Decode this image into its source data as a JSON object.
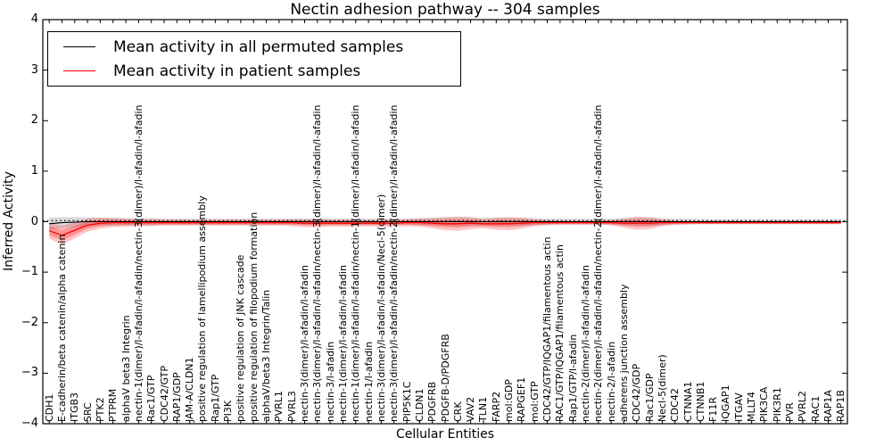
{
  "figure": {
    "title": "Nectin adhesion pathway -- 304 samples",
    "xlabel": "Cellular Entities",
    "ylabel": "Inferred Activity"
  },
  "legend": {
    "entries": [
      {
        "label": "Mean activity in all permuted samples",
        "color": "#000000"
      },
      {
        "label": "Mean activity in patient samples",
        "color": "#ff0000"
      }
    ]
  },
  "chart_data": {
    "type": "line",
    "title": "Nectin adhesion pathway -- 304 samples",
    "xlabel": "Cellular Entities",
    "ylabel": "Inferred Activity",
    "ylim": [
      -4,
      4
    ],
    "grid": false,
    "legend_position": "upper left",
    "ytick_values": [
      4,
      3,
      2,
      1,
      0,
      -1,
      -2,
      -3,
      -4
    ],
    "ytick_labels": [
      "4",
      "3",
      "2",
      "1",
      "0",
      "−1",
      "−2",
      "−3",
      "−4"
    ],
    "colors": {
      "permuted_line": "#000000",
      "patient_line": "#ff0000",
      "patient_band": "#ff0000",
      "permuted_band": "#000000"
    },
    "categories": [
      "CDH1",
      "E-cadherin/beta catenin/alpha catenin",
      "ITGB3",
      "SRC",
      "PTK2",
      "PTPRM",
      "alphaV beta3 Integrin",
      "nectin-1(dimer)/l-afadin/l-afadin/nectin-3(dimer)/l-afadin/l-afadin",
      "Rac1/GTP",
      "CDC42/GTP",
      "RAP1/GDP",
      "JAM-A/CLDN1",
      "positive regulation of lamellipodium assembly",
      "Rap1/GTP",
      "PI3K",
      "positive regulation of JNK cascade",
      "positive regulation of filopodium formation",
      "alphaV/beta3 Integrin/Talin",
      "PVRL1",
      "PVRL3",
      "nectin-3(dimer)/l-afadin/l-afadin",
      "nectin-3(dimer)/l-afadin/l-afadin/nectin-3(dimer)/l-afadin/l-afadin",
      "nectin-3/l-afadin",
      "nectin-1(dimer)/l-afadin/l-afadin",
      "nectin-1(dimer)/l-afadin/l-afadin/nectin-1(dimer)/l-afadin/l-afadin",
      "nectin-1/l-afadin",
      "nectin-3(dimer)/l-afadin/l-afadin/Necl-5(dimer)",
      "nectin-3(dimer)/l-afadin/l-afadin/nectin-2(dimer)/l-afadin/l-afadin",
      "PIP5K1C",
      "CLDN1",
      "PDGFRB",
      "PDGFB-D/PDGFRB",
      "CRK",
      "VAV2",
      "TLN1",
      "FARP2",
      "mol:GDP",
      "RAPGEF1",
      "mol:GTP",
      "CDC42/GTP/IQGAP1/filamentous actin",
      "RAC1/GTP/IQGAP1/filamentous actin",
      "Rap1/GTP/l-afadin",
      "nectin-2(dimer)/l-afadin/l-afadin",
      "nectin-2(dimer)/l-afadin/l-afadin/nectin-2(dimer)/l-afadin/l-afadin",
      "nectin-2/l-afadin",
      "adherens junction assembly",
      "CDC42/GDP",
      "Rac1/GDP",
      "Necl-5(dimer)",
      "CDC42",
      "CTNNA1",
      "CTNNB1",
      "F11R",
      "IQGAP1",
      "ITGAV",
      "MLLT4",
      "PIK3CA",
      "PIK3R1",
      "PVR",
      "PVRL2",
      "RAC1",
      "RAP1A",
      "RAP1B"
    ],
    "series": [
      {
        "name": "Mean activity in all permuted samples",
        "color": "#000000",
        "values": [
          -0.04,
          -0.02,
          -0.01,
          0,
          0,
          0,
          0,
          0,
          0,
          0,
          0,
          0,
          0,
          0,
          0,
          0,
          0,
          0,
          0,
          0,
          0,
          0,
          0,
          0,
          0,
          0,
          0,
          0,
          0,
          0,
          0,
          0,
          0,
          0,
          0,
          0,
          0,
          0,
          0,
          0,
          0,
          0,
          0,
          0,
          0,
          0,
          0,
          0,
          0,
          0,
          0,
          0,
          0,
          0,
          0,
          0,
          0,
          0,
          0,
          0,
          0,
          0,
          0
        ],
        "band_half_width": [
          0.12,
          0.11,
          0.1,
          0.09,
          0.08,
          0.08,
          0.07,
          0.07,
          0.07,
          0.06,
          0.06,
          0.06,
          0.06,
          0.06,
          0.06,
          0.06,
          0.06,
          0.06,
          0.06,
          0.06,
          0.06,
          0.06,
          0.06,
          0.06,
          0.06,
          0.06,
          0.06,
          0.06,
          0.06,
          0.07,
          0.08,
          0.08,
          0.09,
          0.08,
          0.08,
          0.08,
          0.08,
          0.08,
          0.07,
          0.06,
          0.06,
          0.06,
          0.06,
          0.06,
          0.06,
          0.07,
          0.08,
          0.08,
          0.07,
          0.06,
          0.06,
          0.05,
          0.05,
          0.05,
          0.05,
          0.05,
          0.05,
          0.05,
          0.05,
          0.05,
          0.05,
          0.05,
          0.05
        ]
      },
      {
        "name": "Mean activity in patient samples",
        "color": "#ff0000",
        "values": [
          -0.18,
          -0.27,
          -0.17,
          -0.07,
          -0.03,
          -0.02,
          -0.02,
          -0.02,
          -0.02,
          -0.02,
          -0.02,
          -0.02,
          -0.02,
          -0.02,
          -0.02,
          -0.02,
          -0.02,
          -0.02,
          -0.02,
          -0.02,
          -0.03,
          -0.03,
          -0.03,
          -0.03,
          -0.03,
          -0.03,
          -0.03,
          -0.03,
          -0.02,
          -0.02,
          -0.03,
          -0.04,
          -0.04,
          -0.03,
          -0.04,
          -0.04,
          -0.04,
          -0.03,
          -0.02,
          -0.02,
          -0.02,
          -0.02,
          -0.02,
          -0.02,
          -0.02,
          -0.03,
          -0.03,
          -0.03,
          -0.02,
          -0.02,
          -0.02,
          -0.02,
          -0.02,
          -0.02,
          -0.02,
          -0.02,
          -0.02,
          -0.02,
          -0.02,
          -0.02,
          -0.02,
          -0.02,
          -0.02
        ],
        "band_half_width": [
          0.16,
          0.19,
          0.16,
          0.13,
          0.11,
          0.09,
          0.08,
          0.07,
          0.07,
          0.06,
          0.06,
          0.06,
          0.06,
          0.06,
          0.06,
          0.06,
          0.06,
          0.06,
          0.06,
          0.07,
          0.08,
          0.08,
          0.07,
          0.07,
          0.07,
          0.06,
          0.07,
          0.07,
          0.07,
          0.08,
          0.1,
          0.13,
          0.14,
          0.12,
          0.09,
          0.12,
          0.13,
          0.11,
          0.07,
          0.05,
          0.04,
          0.04,
          0.04,
          0.04,
          0.05,
          0.09,
          0.13,
          0.12,
          0.07,
          0.04,
          0.03,
          0.03,
          0.03,
          0.03,
          0.03,
          0.03,
          0.03,
          0.03,
          0.03,
          0.03,
          0.03,
          0.03,
          0.03
        ]
      }
    ]
  }
}
